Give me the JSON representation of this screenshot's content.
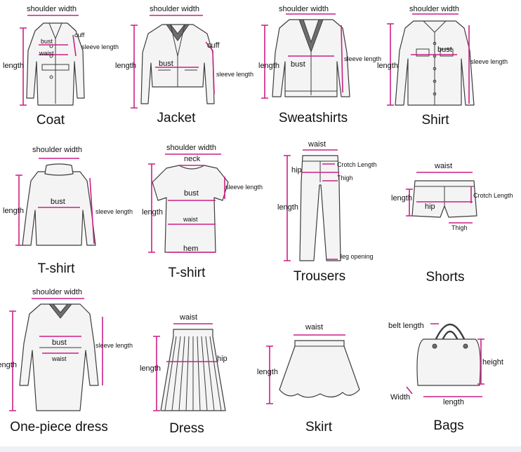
{
  "accent_color": "#cc1f86",
  "garments": [
    {
      "title": "Coat",
      "labels": {
        "shoulder": "shoulder width",
        "length": "length",
        "bust": "bust",
        "waist": "waist",
        "cuff": "cuff",
        "sleeve": "sleeve length"
      }
    },
    {
      "title": "Jacket",
      "labels": {
        "shoulder": "shoulder width",
        "length": "length",
        "bust": "bust",
        "cuff": "cuff",
        "sleeve": "sleeve length"
      }
    },
    {
      "title": "Sweatshirts",
      "labels": {
        "shoulder": "shoulder width",
        "length": "length",
        "bust": "bust",
        "sleeve": "sleeve length"
      }
    },
    {
      "title": "Shirt",
      "labels": {
        "shoulder": "shoulder width",
        "length": "length",
        "bust": "bust",
        "sleeve": "sleeve length"
      }
    },
    {
      "title": "T-shirt",
      "labels": {
        "shoulder": "shoulder width",
        "length": "length",
        "bust": "bust",
        "sleeve": "sleeve length"
      }
    },
    {
      "title": "T-shirt",
      "labels": {
        "shoulder": "shoulder width",
        "neck": "neck",
        "sleeve": "sleeve length",
        "length": "length",
        "bust": "bust",
        "waist": "waist",
        "hem": "hem"
      }
    },
    {
      "title": "Trousers",
      "labels": {
        "waist": "waist",
        "hip": "hip",
        "crotch": "Crotch Length",
        "thigh": "Thigh",
        "length": "length",
        "leg": "leg opening"
      }
    },
    {
      "title": "Shorts",
      "labels": {
        "waist": "waist",
        "length": "length",
        "crotch": "Crotch Length",
        "hip": "hip",
        "thigh": "Thigh"
      }
    },
    {
      "title": "One-piece dress",
      "labels": {
        "shoulder": "shoulder width",
        "bust": "bust",
        "waist": "waist",
        "sleeve": "sleeve length",
        "length": "length"
      }
    },
    {
      "title": "Dress",
      "labels": {
        "waist": "waist",
        "length": "length",
        "hip": "hip"
      }
    },
    {
      "title": "Skirt",
      "labels": {
        "waist": "waist",
        "length": "length"
      }
    },
    {
      "title": "Bags",
      "labels": {
        "belt": "belt length",
        "height": "height",
        "width": "Width",
        "length": "length"
      }
    }
  ]
}
